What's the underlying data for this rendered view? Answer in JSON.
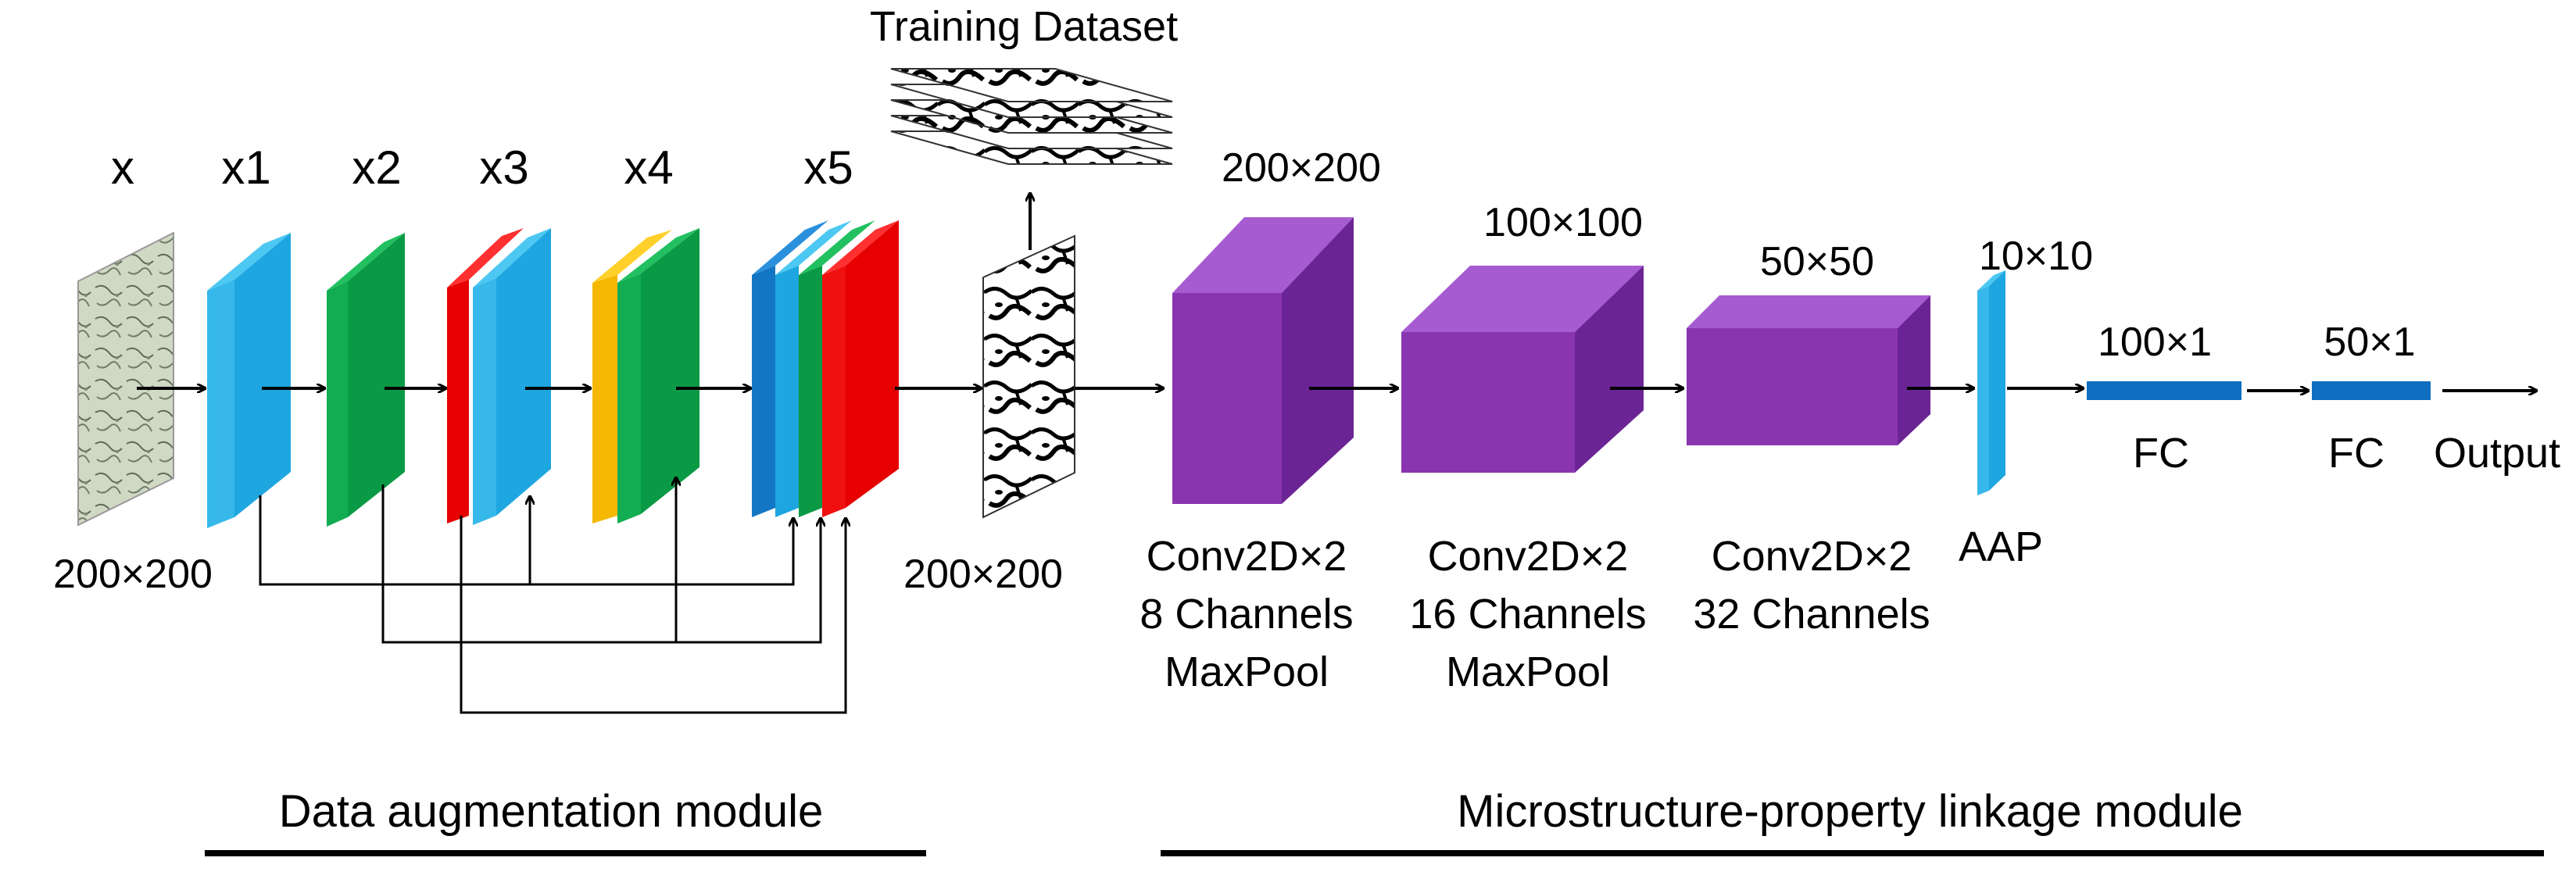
{
  "colors": {
    "cyan": "#1ea6e0",
    "cyan_light": "#4cc8f2",
    "green": "#0a9a45",
    "green_light": "#22c060",
    "red": "#e60000",
    "red_light": "#ff3030",
    "yellow": "#f5b800",
    "blue": "#1376c4",
    "purple_front": "#8a35b0",
    "purple_top": "#a75bd0",
    "purple_side": "#6b2494",
    "fc_blue": "#0f6ec0"
  },
  "augmentation": {
    "labels": {
      "x": "x",
      "x1": "x1",
      "x2": "x2",
      "x3": "x3",
      "x4": "x4",
      "x5": "x5"
    },
    "input_size": "200×200",
    "output_size": "200×200",
    "training_dataset": "Training Dataset",
    "module_title": "Data augmentation module"
  },
  "linkage": {
    "blocks": [
      {
        "size": "200×200",
        "line1": "Conv2D×2",
        "line2": "8 Channels",
        "line3": "MaxPool"
      },
      {
        "size": "100×100",
        "line1": "Conv2D×2",
        "line2": "16 Channels",
        "line3": "MaxPool"
      },
      {
        "size": "50×50",
        "line1": "Conv2D×2",
        "line2": "32 Channels",
        "line3": ""
      }
    ],
    "aap": {
      "size": "10×10",
      "label": "AAP"
    },
    "fc1": {
      "size": "100×1",
      "label": "FC"
    },
    "fc2": {
      "size": "50×1",
      "label": "FC"
    },
    "output": "Output",
    "module_title": "Microstructure-property  linkage module"
  }
}
